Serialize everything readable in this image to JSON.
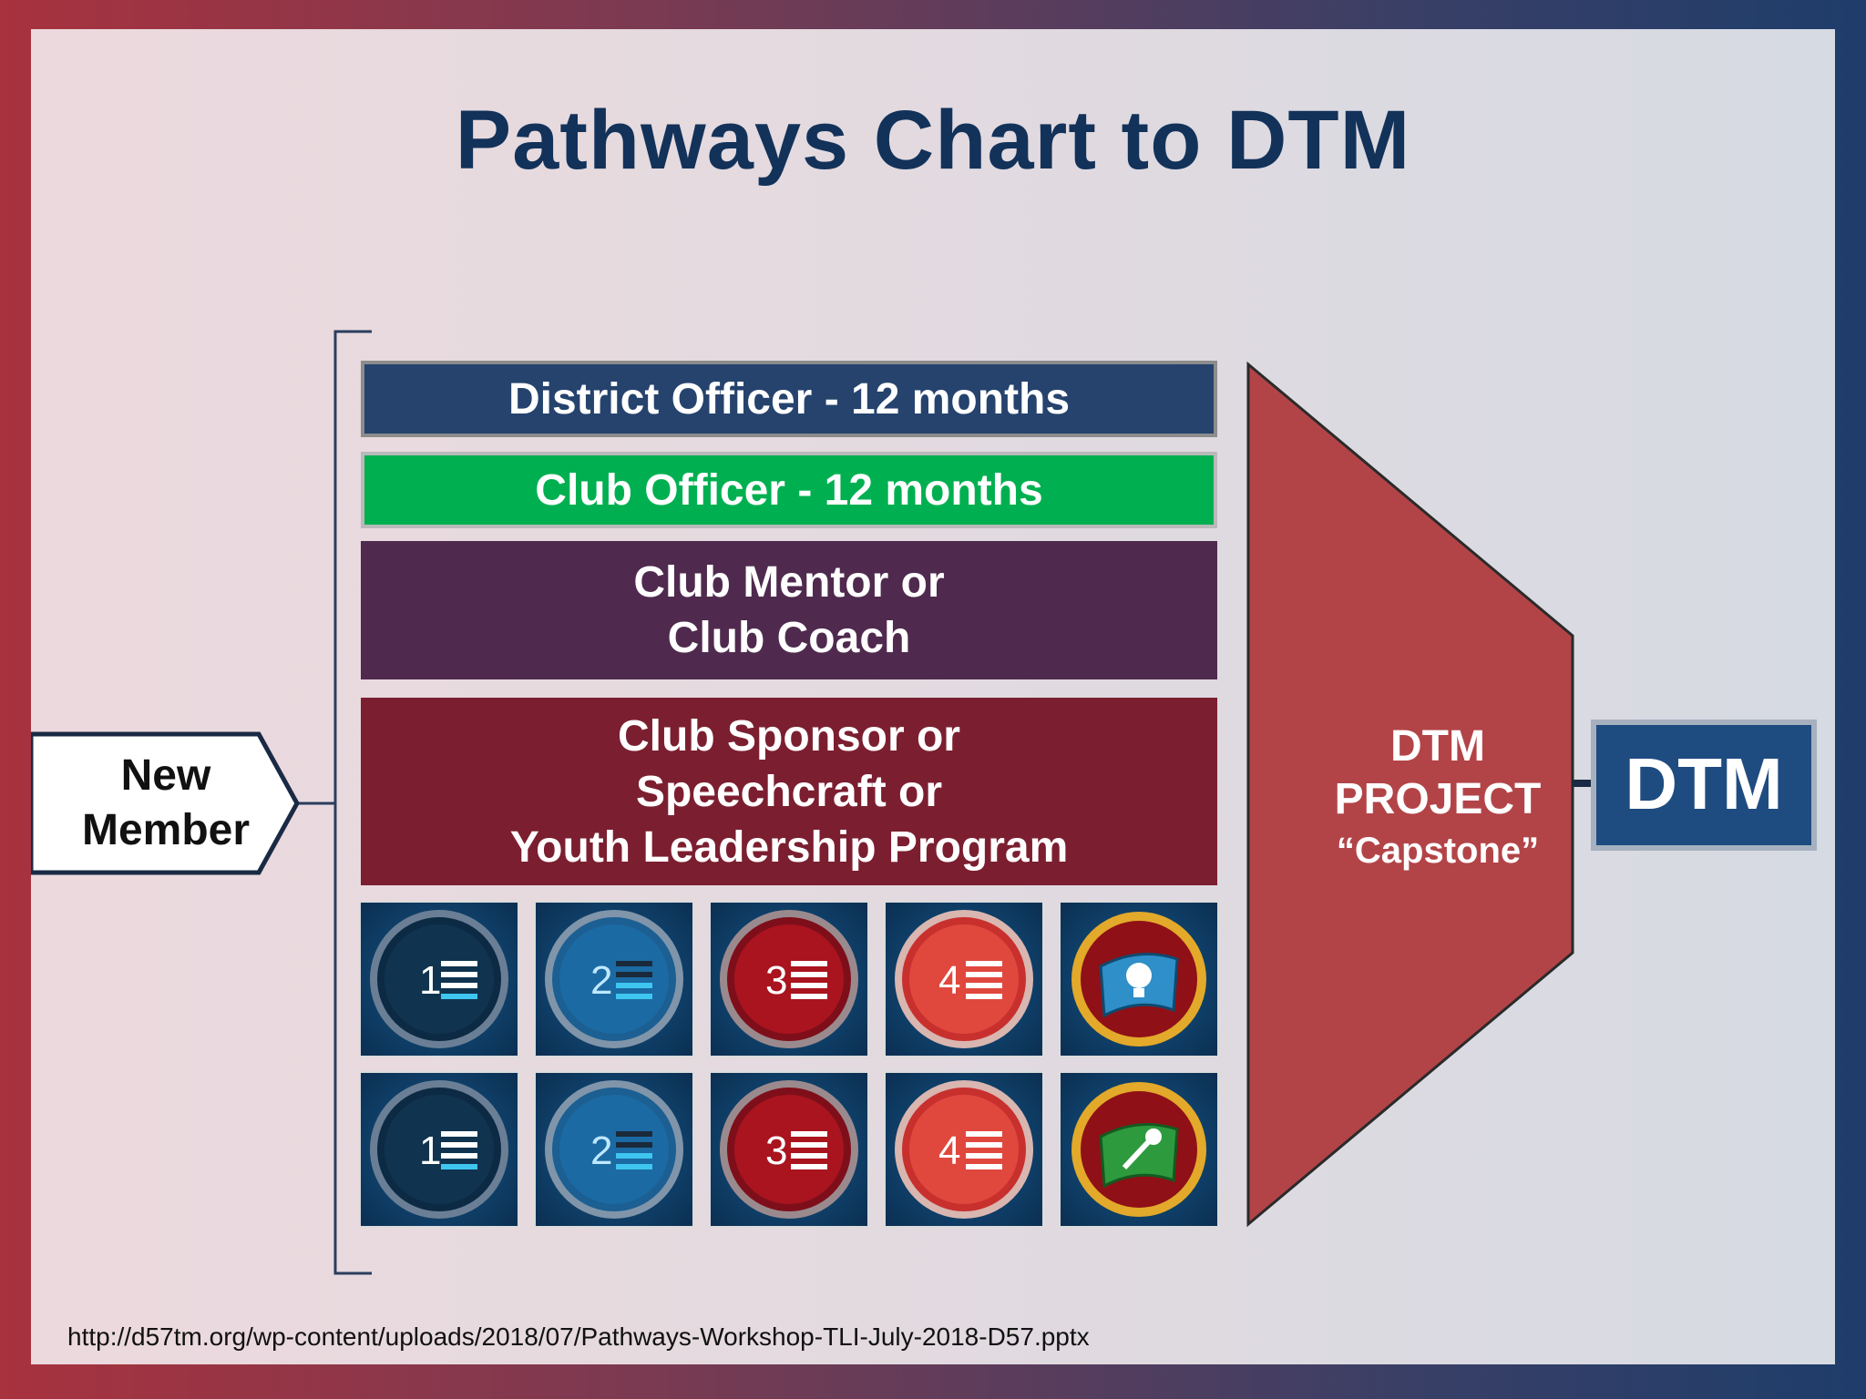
{
  "title": "Pathways Chart to DTM",
  "new_member": {
    "line1": "New",
    "line2": "Member"
  },
  "bars": {
    "district_officer": "District Officer - 12 months",
    "club_officer": "Club Officer - 12 months",
    "club_mentor": {
      "line1": "Club Mentor or",
      "line2": "Club Coach"
    },
    "club_sponsor": {
      "line1": "Club Sponsor or",
      "line2": "Speechcraft or",
      "line3": "Youth Leadership Program"
    }
  },
  "badges": {
    "row1": [
      "1",
      "2",
      "3",
      "4",
      "lightbulb-flag"
    ],
    "row2": [
      "1",
      "2",
      "3",
      "4",
      "microphone-flag"
    ]
  },
  "capstone": {
    "line1": "DTM",
    "line2": "PROJECT",
    "line3": "“Capstone”"
  },
  "dtm_box": "DTM",
  "footer_url": "http://d57tm.org/wp-content/uploads/2018/07/Pathways-Workshop-TLI-July-2018-D57.pptx",
  "colors": {
    "title": "#13325a",
    "district_officer": "#25436d",
    "club_officer": "#00b050",
    "club_mentor": "#4f2a4e",
    "club_sponsor": "#7b1f30",
    "capstone": "#b24448",
    "dtm_box": "#1f4c80"
  }
}
